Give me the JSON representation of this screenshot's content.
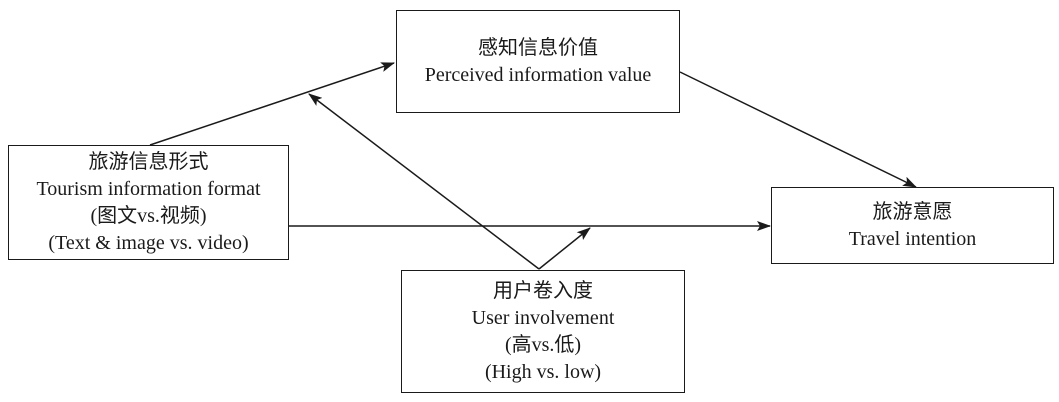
{
  "diagram": {
    "perceived_value": {
      "label_zh": "感知信息价值",
      "label_en": "Perceived information value"
    },
    "info_format": {
      "label_zh": "旅游信息形式",
      "label_en": "Tourism information format",
      "levels_zh": "(图文vs.视频)",
      "levels_en": "(Text & image vs. video)"
    },
    "travel_intention": {
      "label_zh": "旅游意愿",
      "label_en": "Travel intention"
    },
    "user_involvement": {
      "label_zh": "用户卷入度",
      "label_en": "User involvement",
      "levels_zh": "(高vs.低)",
      "levels_en": "(High vs. low)"
    },
    "colors": {
      "line": "#1a1a1a",
      "background": "#ffffff"
    }
  }
}
